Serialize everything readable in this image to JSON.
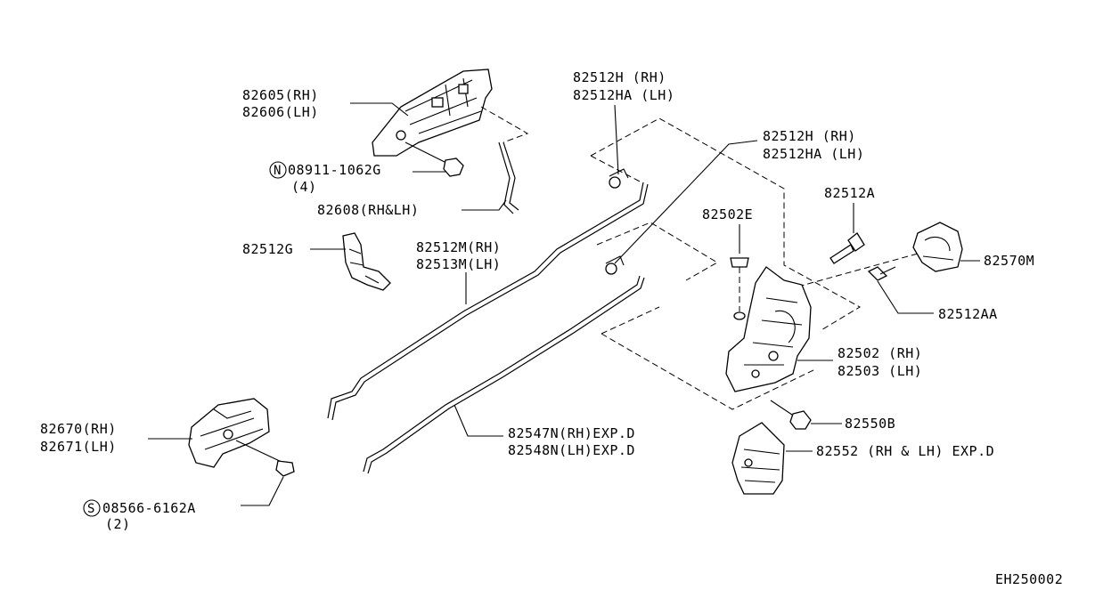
{
  "labels": {
    "outside_handle_rh": "82605(RH)",
    "outside_handle_lh": "82606(LH)",
    "nut_part": "08911-1062G",
    "nut_qty": "(4)",
    "nut_symbol": "N",
    "rod_outside": "82608(RH&LH)",
    "clip_g": "82512G",
    "clip_h_top_rh": "82512H  (RH)",
    "clip_h_top_lh": "82512HA (LH)",
    "clip_h_mid_rh": "82512H  (RH)",
    "clip_h_mid_lh": "82512HA (LH)",
    "rod_m_rh": "82512M(RH)",
    "rod_m_lh": "82513M(LH)",
    "grommet": "82502E",
    "screw_a": "82512A",
    "striker": "82570M",
    "screw_aa": "82512AA",
    "lock_rh": "82502 (RH)",
    "lock_lh": "82503 (LH)",
    "bolt": "82550B",
    "actuator": "82552  (RH & LH) EXP.D",
    "rod_n_rh": "82547N(RH)EXP.D",
    "rod_n_lh": "82548N(LH)EXP.D",
    "inside_handle_rh": "82670(RH)",
    "inside_handle_lh": "82671(LH)",
    "screw_part": "08566-6162A",
    "screw_qty": "(2)",
    "screw_symbol": "S",
    "diagram_code": "EH250002"
  }
}
